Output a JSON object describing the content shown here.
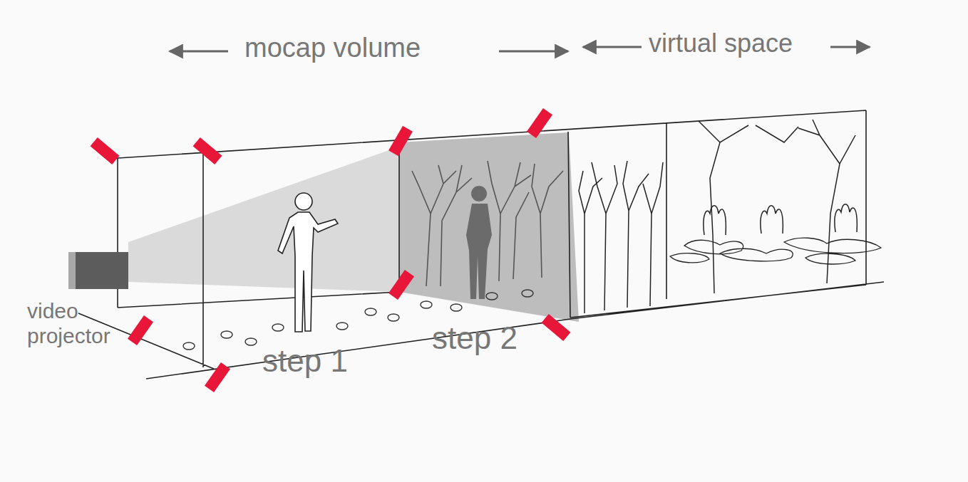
{
  "diagram": {
    "labels": [
      "mocap volume",
      "virtual space",
      "video projector",
      "step 1",
      "step 2"
    ]
  }
}
